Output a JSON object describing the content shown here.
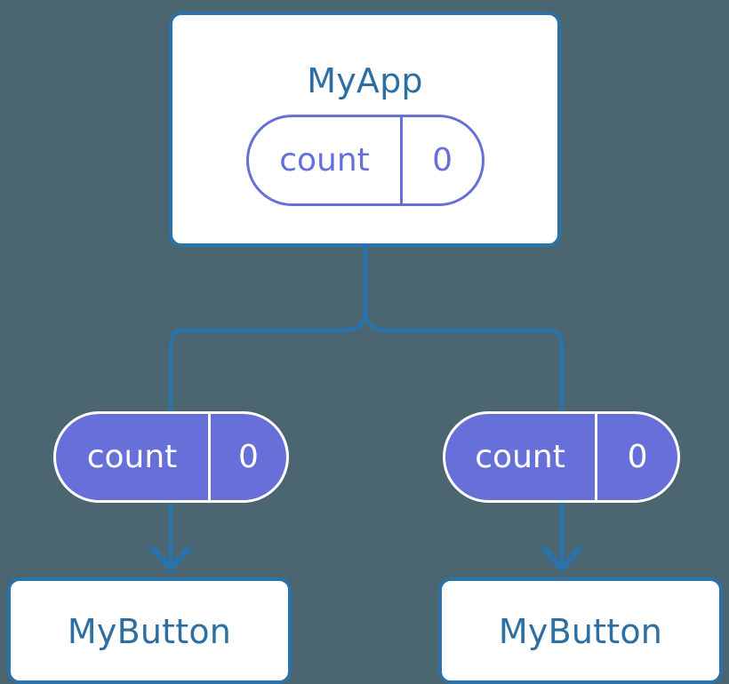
{
  "diagram": {
    "title": "MyApp",
    "background_color": "#4b6571",
    "colors": {
      "card_border": "#2b72a8",
      "card_fill": "#ffffff",
      "title_text": "#2d6fa3",
      "pill_accent": "#6770d9",
      "pill_filled_text": "#ffffff",
      "wire": "#2b72a8"
    }
  },
  "root": {
    "label": "MyApp",
    "state_pill": {
      "key": "count",
      "value": "0"
    }
  },
  "branches": [
    {
      "props_pill": {
        "key": "count",
        "value": "0"
      },
      "child": {
        "label": "MyButton"
      }
    },
    {
      "props_pill": {
        "key": "count",
        "value": "0"
      },
      "child": {
        "label": "MyButton"
      }
    }
  ]
}
